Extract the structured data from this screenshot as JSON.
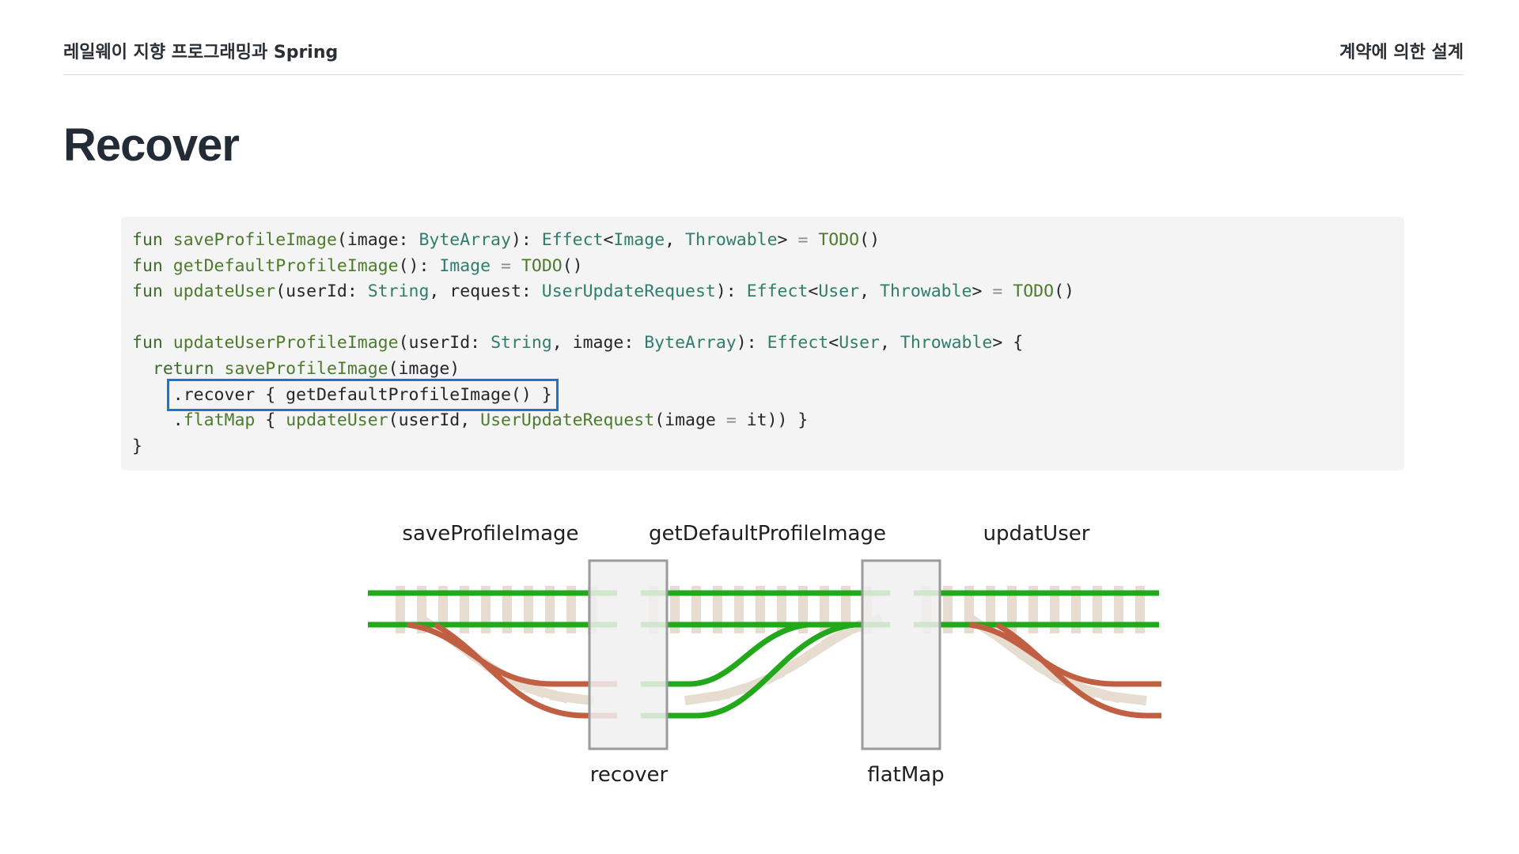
{
  "header": {
    "left_text": "레일웨이 지향 프로그래밍과 Spring",
    "right_text": "계약에 의한 설계"
  },
  "page": {
    "title": "Recover"
  },
  "code": {
    "lines": [
      [
        [
          "kw",
          "fun "
        ],
        [
          "fn",
          "saveProfileImage"
        ],
        [
          "pl",
          "(image: "
        ],
        [
          "ty",
          "ByteArray"
        ],
        [
          "pl",
          "): "
        ],
        [
          "ty",
          "Effect"
        ],
        [
          "pl",
          "<"
        ],
        [
          "ty",
          "Image"
        ],
        [
          "pl",
          ", "
        ],
        [
          "ty",
          "Throwable"
        ],
        [
          "pl",
          "> "
        ],
        [
          "op",
          "="
        ],
        [
          "pl",
          " "
        ],
        [
          "fn",
          "TODO"
        ],
        [
          "pl",
          "()"
        ]
      ],
      [
        [
          "kw",
          "fun "
        ],
        [
          "fn",
          "getDefaultProfileImage"
        ],
        [
          "pl",
          "(): "
        ],
        [
          "ty",
          "Image"
        ],
        [
          "pl",
          " "
        ],
        [
          "op",
          "="
        ],
        [
          "pl",
          " "
        ],
        [
          "fn",
          "TODO"
        ],
        [
          "pl",
          "()"
        ]
      ],
      [
        [
          "kw",
          "fun "
        ],
        [
          "fn",
          "updateUser"
        ],
        [
          "pl",
          "(userId: "
        ],
        [
          "ty",
          "String"
        ],
        [
          "pl",
          ", request: "
        ],
        [
          "ty",
          "UserUpdateRequest"
        ],
        [
          "pl",
          "): "
        ],
        [
          "ty",
          "Effect"
        ],
        [
          "pl",
          "<"
        ],
        [
          "ty",
          "User"
        ],
        [
          "pl",
          ", "
        ],
        [
          "ty",
          "Throwable"
        ],
        [
          "pl",
          "> "
        ],
        [
          "op",
          "="
        ],
        [
          "pl",
          " "
        ],
        [
          "fn",
          "TODO"
        ],
        [
          "pl",
          "()"
        ]
      ],
      [],
      [
        [
          "kw",
          "fun "
        ],
        [
          "fn",
          "updateUserProfileImage"
        ],
        [
          "pl",
          "(userId: "
        ],
        [
          "ty",
          "String"
        ],
        [
          "pl",
          ", image: "
        ],
        [
          "ty",
          "ByteArray"
        ],
        [
          "pl",
          "): "
        ],
        [
          "ty",
          "Effect"
        ],
        [
          "pl",
          "<"
        ],
        [
          "ty",
          "User"
        ],
        [
          "pl",
          ", "
        ],
        [
          "ty",
          "Throwable"
        ],
        [
          "pl",
          "> {"
        ]
      ],
      [
        [
          "pl",
          "  "
        ],
        [
          "kw",
          "return "
        ],
        [
          "fn",
          "saveProfileImage"
        ],
        [
          "pl",
          "(image)"
        ]
      ],
      [
        [
          "pl",
          "    "
        ],
        [
          "hl",
          ".recover { getDefaultProfileImage() }"
        ]
      ],
      [
        [
          "pl",
          "    ."
        ],
        [
          "fn",
          "flatMap"
        ],
        [
          "pl",
          " { "
        ],
        [
          "fn",
          "updateUser"
        ],
        [
          "pl",
          "(userId, "
        ],
        [
          "fn",
          "UserUpdateRequest"
        ],
        [
          "pl",
          "(image "
        ],
        [
          "op",
          "="
        ],
        [
          "pl",
          " it)) }"
        ]
      ],
      [
        [
          "pl",
          "}"
        ]
      ]
    ]
  },
  "diagram": {
    "top_labels": [
      "saveProfileImage",
      "getDefaultProfileImage",
      "updatUser"
    ],
    "bottom_labels": [
      "recover",
      "flatMap"
    ],
    "colors": {
      "success_track": "#22a81a",
      "failure_track": "#c05f42",
      "ties": "#e6dccf",
      "operator_box": "#f0f0f0",
      "operator_border": "#9b9b9b"
    }
  }
}
